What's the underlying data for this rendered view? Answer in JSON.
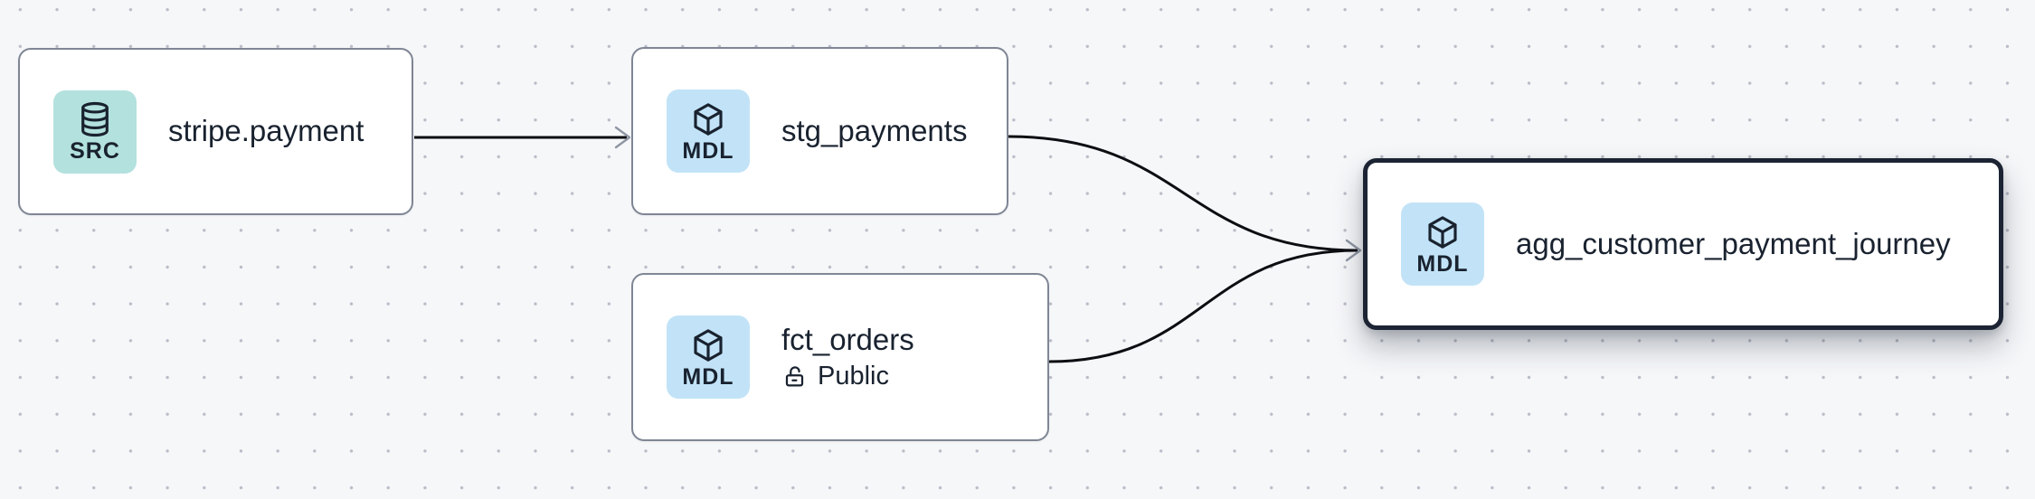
{
  "canvas": {
    "background_color": "#f6f7f9",
    "dot_color": "#b9bdc7",
    "edge_color": "#0c0e12",
    "arrowhead_color": "#8f96a3",
    "node_border_color": "#7f8694",
    "selected_border_color": "#1c2434",
    "src_badge_color": "#b3e1de",
    "mdl_badge_color": "#c2e3f7",
    "text_color": "#19222f"
  },
  "nodes": [
    {
      "id": "stripe.payment",
      "label": "stripe.payment",
      "badge": {
        "label": "SRC",
        "icon": "database-icon",
        "color": "#b3e1de"
      },
      "selected": false
    },
    {
      "id": "stg_payments",
      "label": "stg_payments",
      "badge": {
        "label": "MDL",
        "icon": "cube-icon",
        "color": "#c2e3f7"
      },
      "selected": false
    },
    {
      "id": "fct_orders",
      "label": "fct_orders",
      "badge": {
        "label": "MDL",
        "icon": "cube-icon",
        "color": "#c2e3f7"
      },
      "access": {
        "icon": "unlock-icon",
        "label": "Public"
      },
      "selected": false
    },
    {
      "id": "agg_customer_payment_journey",
      "label": "agg_customer_payment_journey",
      "badge": {
        "label": "MDL",
        "icon": "cube-icon",
        "color": "#c2e3f7"
      },
      "selected": true
    }
  ],
  "edges": [
    {
      "from": "stripe.payment",
      "to": "stg_payments"
    },
    {
      "from": "stg_payments",
      "to": "agg_customer_payment_journey"
    },
    {
      "from": "fct_orders",
      "to": "agg_customer_payment_journey"
    }
  ]
}
